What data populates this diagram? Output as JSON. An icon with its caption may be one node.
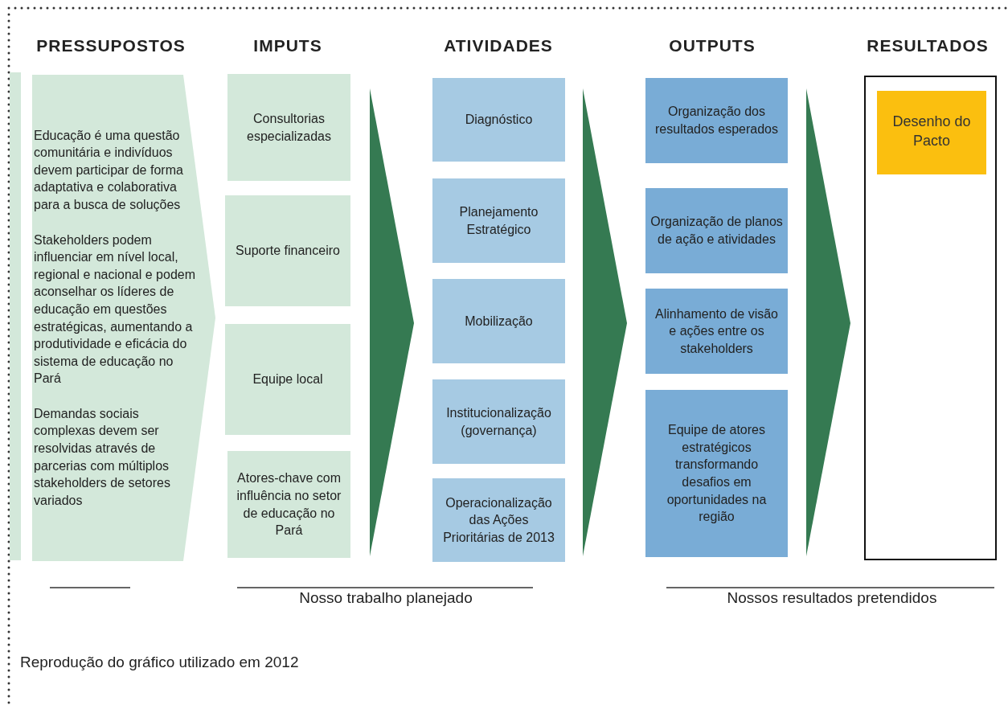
{
  "diagram": {
    "caption": "Reprodução do gráfico utilizado em 2012",
    "nodes": [
      {
        "text": [
          "Educação é uma questão comunitária e indivíduos devem participar de forma adaptativa e colaborativa para a busca de soluções",
          "Stakeholders podem influenciar em nível local, regional e nacional e podem aconselhar os líderes de educação em questões estratégicas, aumentando a produtividade e eficácia do sistema de educação no Pará",
          "Demandas sociais complexas devem ser resolvidas através de parcerias com múltiplos stakeholders de setores variados"
        ]
      },
      {
        "text": [
          "Consultorias especializadas"
        ]
      },
      {
        "text": [
          "Suporte financeiro"
        ]
      },
      {
        "text": [
          "Equipe local"
        ]
      },
      {
        "text": [
          "Atores-chave com influência no setor de educação no Pará"
        ]
      },
      {
        "text": [
          "Diagnóstico"
        ]
      },
      {
        "text": [
          "Planejamento Estratégico"
        ]
      },
      {
        "text": [
          "Mobilização"
        ]
      },
      {
        "text": [
          "Institucionalização (governança)"
        ]
      },
      {
        "text": [
          "Operacionalização das Ações Prioritárias de 2013"
        ]
      },
      {
        "text": [
          "Organização dos resultados esperados"
        ]
      },
      {
        "text": [
          "Organização de planos de ação e atividades"
        ]
      },
      {
        "text": [
          "Alinhamento de visão e ações entre os stakeholders"
        ]
      },
      {
        "text": [
          "Equipe de atores estratégicos transformando desafios em oportunidades na região"
        ]
      },
      {
        "text": [],
        "shape": "box"
      },
      {
        "text": [
          "Desenho do Pacto"
        ],
        "in": 14
      },
      {
        "text": [],
        "shape": "bar"
      }
    ],
    "edges": [],
    "labels": [
      "PRESSUPOSTOS",
      "IMPUTS",
      "ATIVIDADES",
      "OUTPUTS",
      "RESULTADOS",
      "Nosso trabalho planejado",
      "Nossos resultados pretendidos"
    ]
  }
}
